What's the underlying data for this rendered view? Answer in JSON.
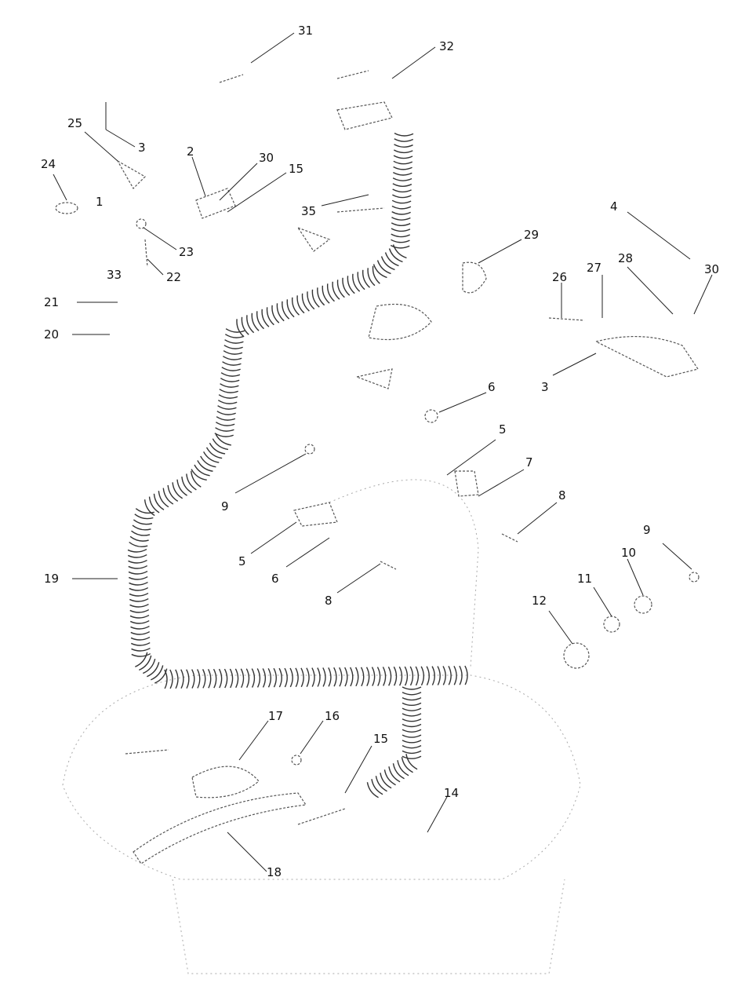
{
  "diagram": {
    "callout_labels": [
      "31",
      "32",
      "3",
      "25",
      "2",
      "30",
      "15",
      "24",
      "1",
      "23",
      "35",
      "22",
      "33",
      "21",
      "29",
      "20",
      "26",
      "27",
      "28",
      "30",
      "4",
      "3",
      "6",
      "5",
      "9",
      "7",
      "8",
      "5",
      "9",
      "10",
      "6",
      "11",
      "8",
      "12",
      "19",
      "17",
      "16",
      "15",
      "14",
      "18"
    ]
  }
}
